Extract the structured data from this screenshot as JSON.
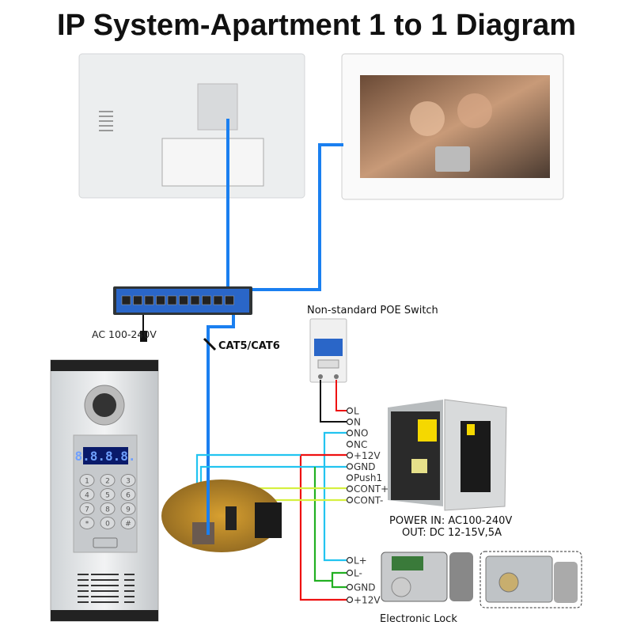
{
  "title": "IP System-Apartment 1 to 1 Diagram",
  "labels": {
    "ac_input": "AC 100-240V",
    "cable": "CAT5/CAT6",
    "poe_switch": "Non-standard POE Switch",
    "power_in": "POWER  IN: AC100-240V",
    "power_out": "OUT: DC 12-15V,5A",
    "lock": "Electronic Lock"
  },
  "power_terminals": [
    "L",
    "N",
    "NO",
    "NC",
    "+12V",
    "GND",
    "Push1",
    "CONT+",
    "CONT-"
  ],
  "lock_terminals": [
    "L+",
    "L-",
    "GND",
    "+12V"
  ],
  "keypad": {
    "display": "8.8.8.8.",
    "keys": [
      "1",
      "2",
      "3",
      "4",
      "5",
      "6",
      "7",
      "8",
      "9",
      "*",
      "0",
      "#"
    ]
  },
  "colors": {
    "network_cable": "#1a7ff0",
    "wire_red": "#ee1111",
    "wire_cyan": "#22c4f0",
    "wire_green": "#22b022",
    "wire_yellow": "#d6f040",
    "wire_black": "#111111",
    "switch_body": "#2a66c8"
  }
}
